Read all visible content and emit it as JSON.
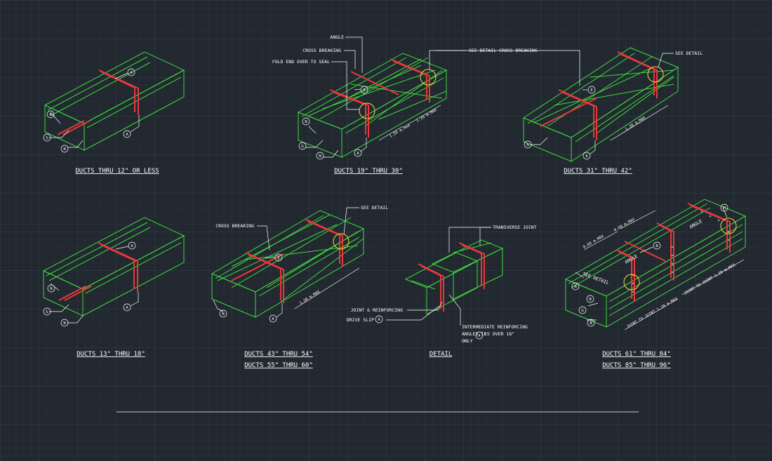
{
  "colors": {
    "background": "#212830",
    "duct_line": "#3fd93f",
    "reinforcement": "#e8383a",
    "detail_circle": "#f0e040",
    "leader": "#ffffff"
  },
  "titles": {
    "d1": "DUCTS THRU 12\" OR LESS",
    "d2": "DUCTS 19\" THRU 30\"",
    "d3": "DUCTS 31\" THRU 42\"",
    "d4": "DUCTS 13\" THRU 18\"",
    "d5a": "DUCTS 43\" THRU 54\"",
    "d5b": "DUCTS 55\" THRU 60\"",
    "detail": "DETAIL",
    "d7a": "DUCTS 61\" THRU 84\"",
    "d7b": "DUCTS 85\" THRU 96\""
  },
  "labels": {
    "angle": "ANGLE",
    "cross_breaking": "CROSS BREAKING",
    "fold_end": "FOLD END OVER TO SEAL",
    "see_detail_cross_breaking": "SEE DETAIL CROSS BREAKING",
    "see_detail": "SEE DETAIL",
    "transverse_joint": "TRANSVERSE JOINT",
    "joint_reinforcing": "JOINT & REINFORCING",
    "drive_slip": "DRIVE SLIP",
    "intermediate_1": "INTERMEDIATE REINFORCING",
    "intermediate_2": "ANGLES IF",
    "intermediate_3": "IS OVER 18\"",
    "intermediate_4": "ONLY"
  },
  "dimensions": {
    "d2_a": "1.20 m.MAX",
    "d2_b": "1.20 m.MAX",
    "d3": "1.20 m.MAX",
    "d5": "1.20 m.MAX",
    "d7_top1": "0.60 m.MAX",
    "d7_top2": "0.60 m.MAX",
    "d7_bot1": "JOINT TO JOINT 1.20 m.MAX",
    "d7_bot2": "JOINT TO JOINT 1.20 m.MAX"
  },
  "tags": {
    "A": "A",
    "B": "B",
    "E": "E",
    "M": "M",
    "N": "N",
    "G": "G"
  }
}
